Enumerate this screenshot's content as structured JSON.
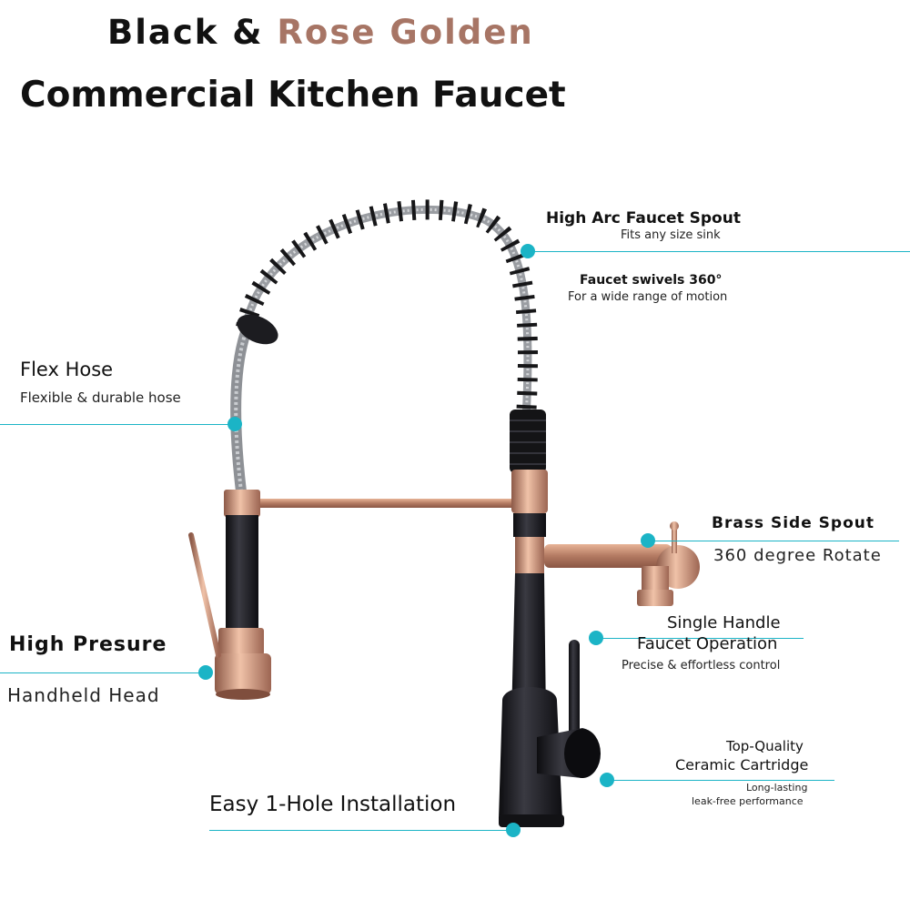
{
  "title": {
    "line1_part1": "Black & ",
    "line1_part2": "Rose Golden",
    "line2": "Commercial Kitchen Faucet"
  },
  "colors": {
    "accent_teal": "#1bb4c6",
    "rose_gold": "#c98a6e",
    "matte_black": "#1a1a1e",
    "title_rose": "#a77565"
  },
  "features": {
    "high_arc": {
      "title": "High Arc Faucet Spout",
      "subtitle": "Fits any size sink"
    },
    "swivel": {
      "title": "Faucet swivels 360°",
      "subtitle": "For a wide range of motion"
    },
    "flex_hose": {
      "title": "Flex Hose",
      "subtitle": "Flexible & durable hose"
    },
    "side_spout": {
      "title": "Brass Side Spout",
      "subtitle": "360 degree Rotate"
    },
    "single_handle": {
      "title_line1": "Single Handle",
      "title_line2": "Faucet Operation",
      "subtitle": "Precise & effortless control"
    },
    "high_pressure": {
      "title": "High Presure",
      "subtitle": "Handheld Head"
    },
    "cartridge": {
      "title_line1": "Top-Quality",
      "title_line2": "Ceramic Cartridge",
      "subtitle_line1": "Long-lasting",
      "subtitle_line2": "leak-free performance"
    },
    "installation": {
      "title": "Easy 1-Hole Installation"
    }
  }
}
